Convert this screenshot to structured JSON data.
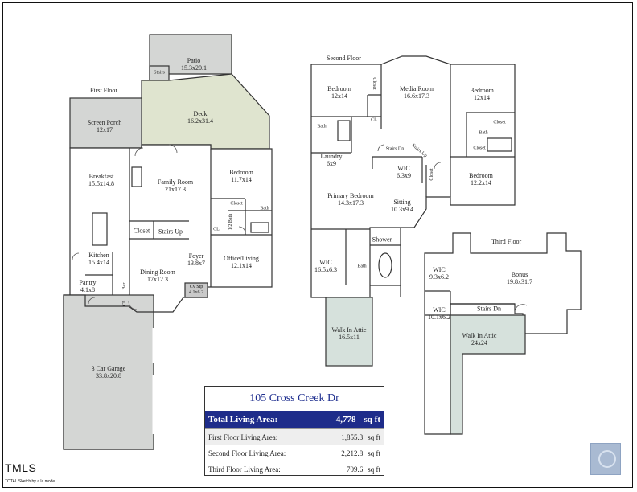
{
  "floors": {
    "first": "First Floor",
    "second": "Second Floor",
    "third": "Third Floor"
  },
  "rooms": {
    "patio": [
      "Patio",
      "15.3x20.1"
    ],
    "stairs_patio": "Stairs",
    "deck": [
      "Deck",
      "16.2x31.4"
    ],
    "screen_porch": [
      "Screen Porch",
      "12x17"
    ],
    "breakfast": [
      "Breakfast",
      "15.5x14.8"
    ],
    "family_room": [
      "Family Room",
      "21x17.3"
    ],
    "bedroom_first": [
      "Bedroom",
      "11.7x14"
    ],
    "closet_first_bed": "Closet",
    "bath_first": "Bath",
    "half_bath": "1/2 Bath",
    "cl_first": "CL",
    "closet_first": "Closet",
    "stairs_up_first": "Stairs Up",
    "foyer": [
      "Foyer",
      "13.8x7"
    ],
    "office_living": [
      "Office/Living",
      "12.1x14"
    ],
    "kitchen": [
      "Kitchen",
      "15.4x14"
    ],
    "dining_room": [
      "Dining Room",
      "17x12.3"
    ],
    "pantry": [
      "Pantry",
      "4.1x8"
    ],
    "bar": "Bar",
    "cl_dining": "CL",
    "cv_stp": [
      "Cv Stp",
      "4.1x6.2"
    ],
    "garage": [
      "3 Car Garage",
      "33.8x20.8"
    ],
    "bedroom_2a": [
      "Bedroom",
      "12x14"
    ],
    "closet_2a": "Closet",
    "cl_2a": "CL",
    "media_room": [
      "Media Room",
      "16.6x17.3"
    ],
    "bedroom_2b": [
      "Bedroom",
      "12x14"
    ],
    "closet_2b": "Closet",
    "closet_2b2": "Closet",
    "bath_2b": "Bath",
    "bath_2a": "Bath",
    "laundry": [
      "Laundry",
      "6x9"
    ],
    "stairs_dn_2": "Stairs Dn",
    "stairs_up_2": "Stairs Up",
    "wic_center": [
      "WIC",
      "6.3x9"
    ],
    "closet_vertical": "Closet",
    "bedroom_2c": [
      "Bedroom",
      "12.2x14"
    ],
    "primary_bedroom": [
      "Primary Bedroom",
      "14.3x17.3"
    ],
    "sitting": [
      "Sitting",
      "10.3x9.4"
    ],
    "shower": "Shower",
    "wic_primary": [
      "WIC",
      "16.5x6.3"
    ],
    "bath_primary": "Bath",
    "walk_in_attic_2": [
      "Walk In Attic",
      "16.5x11"
    ],
    "wic_3a": [
      "WIC",
      "9.3x6.2"
    ],
    "bonus": [
      "Bonus",
      "19.8x31.7"
    ],
    "wic_3b": [
      "WIC",
      "10.1x6.2"
    ],
    "stairs_dn_3": "Stairs Dn",
    "walk_in_attic_3": [
      "Walk In Attic",
      "24x24"
    ]
  },
  "summary": {
    "address": "105 Cross Creek Dr",
    "total_label": "Total Living Area:",
    "total_value": "4,778",
    "total_unit": "sq ft",
    "rows": [
      {
        "label": "First Floor Living Area:",
        "value": "1,855.3",
        "unit": "sq ft"
      },
      {
        "label": "Second Floor Living Area:",
        "value": "2,212.8",
        "unit": "sq ft"
      },
      {
        "label": "Third Floor Living Area:",
        "value": "709.6",
        "unit": "sq ft"
      }
    ]
  },
  "footer": {
    "mls": "TMLS",
    "credit": "TOTAL Sketch by a la mode"
  },
  "colors": {
    "outdoor_gray": "#d4d6d4",
    "deck_green": "#dfe4cf",
    "attic_green": "#d6e1dc",
    "accent_blue": "#1e2c8a"
  }
}
